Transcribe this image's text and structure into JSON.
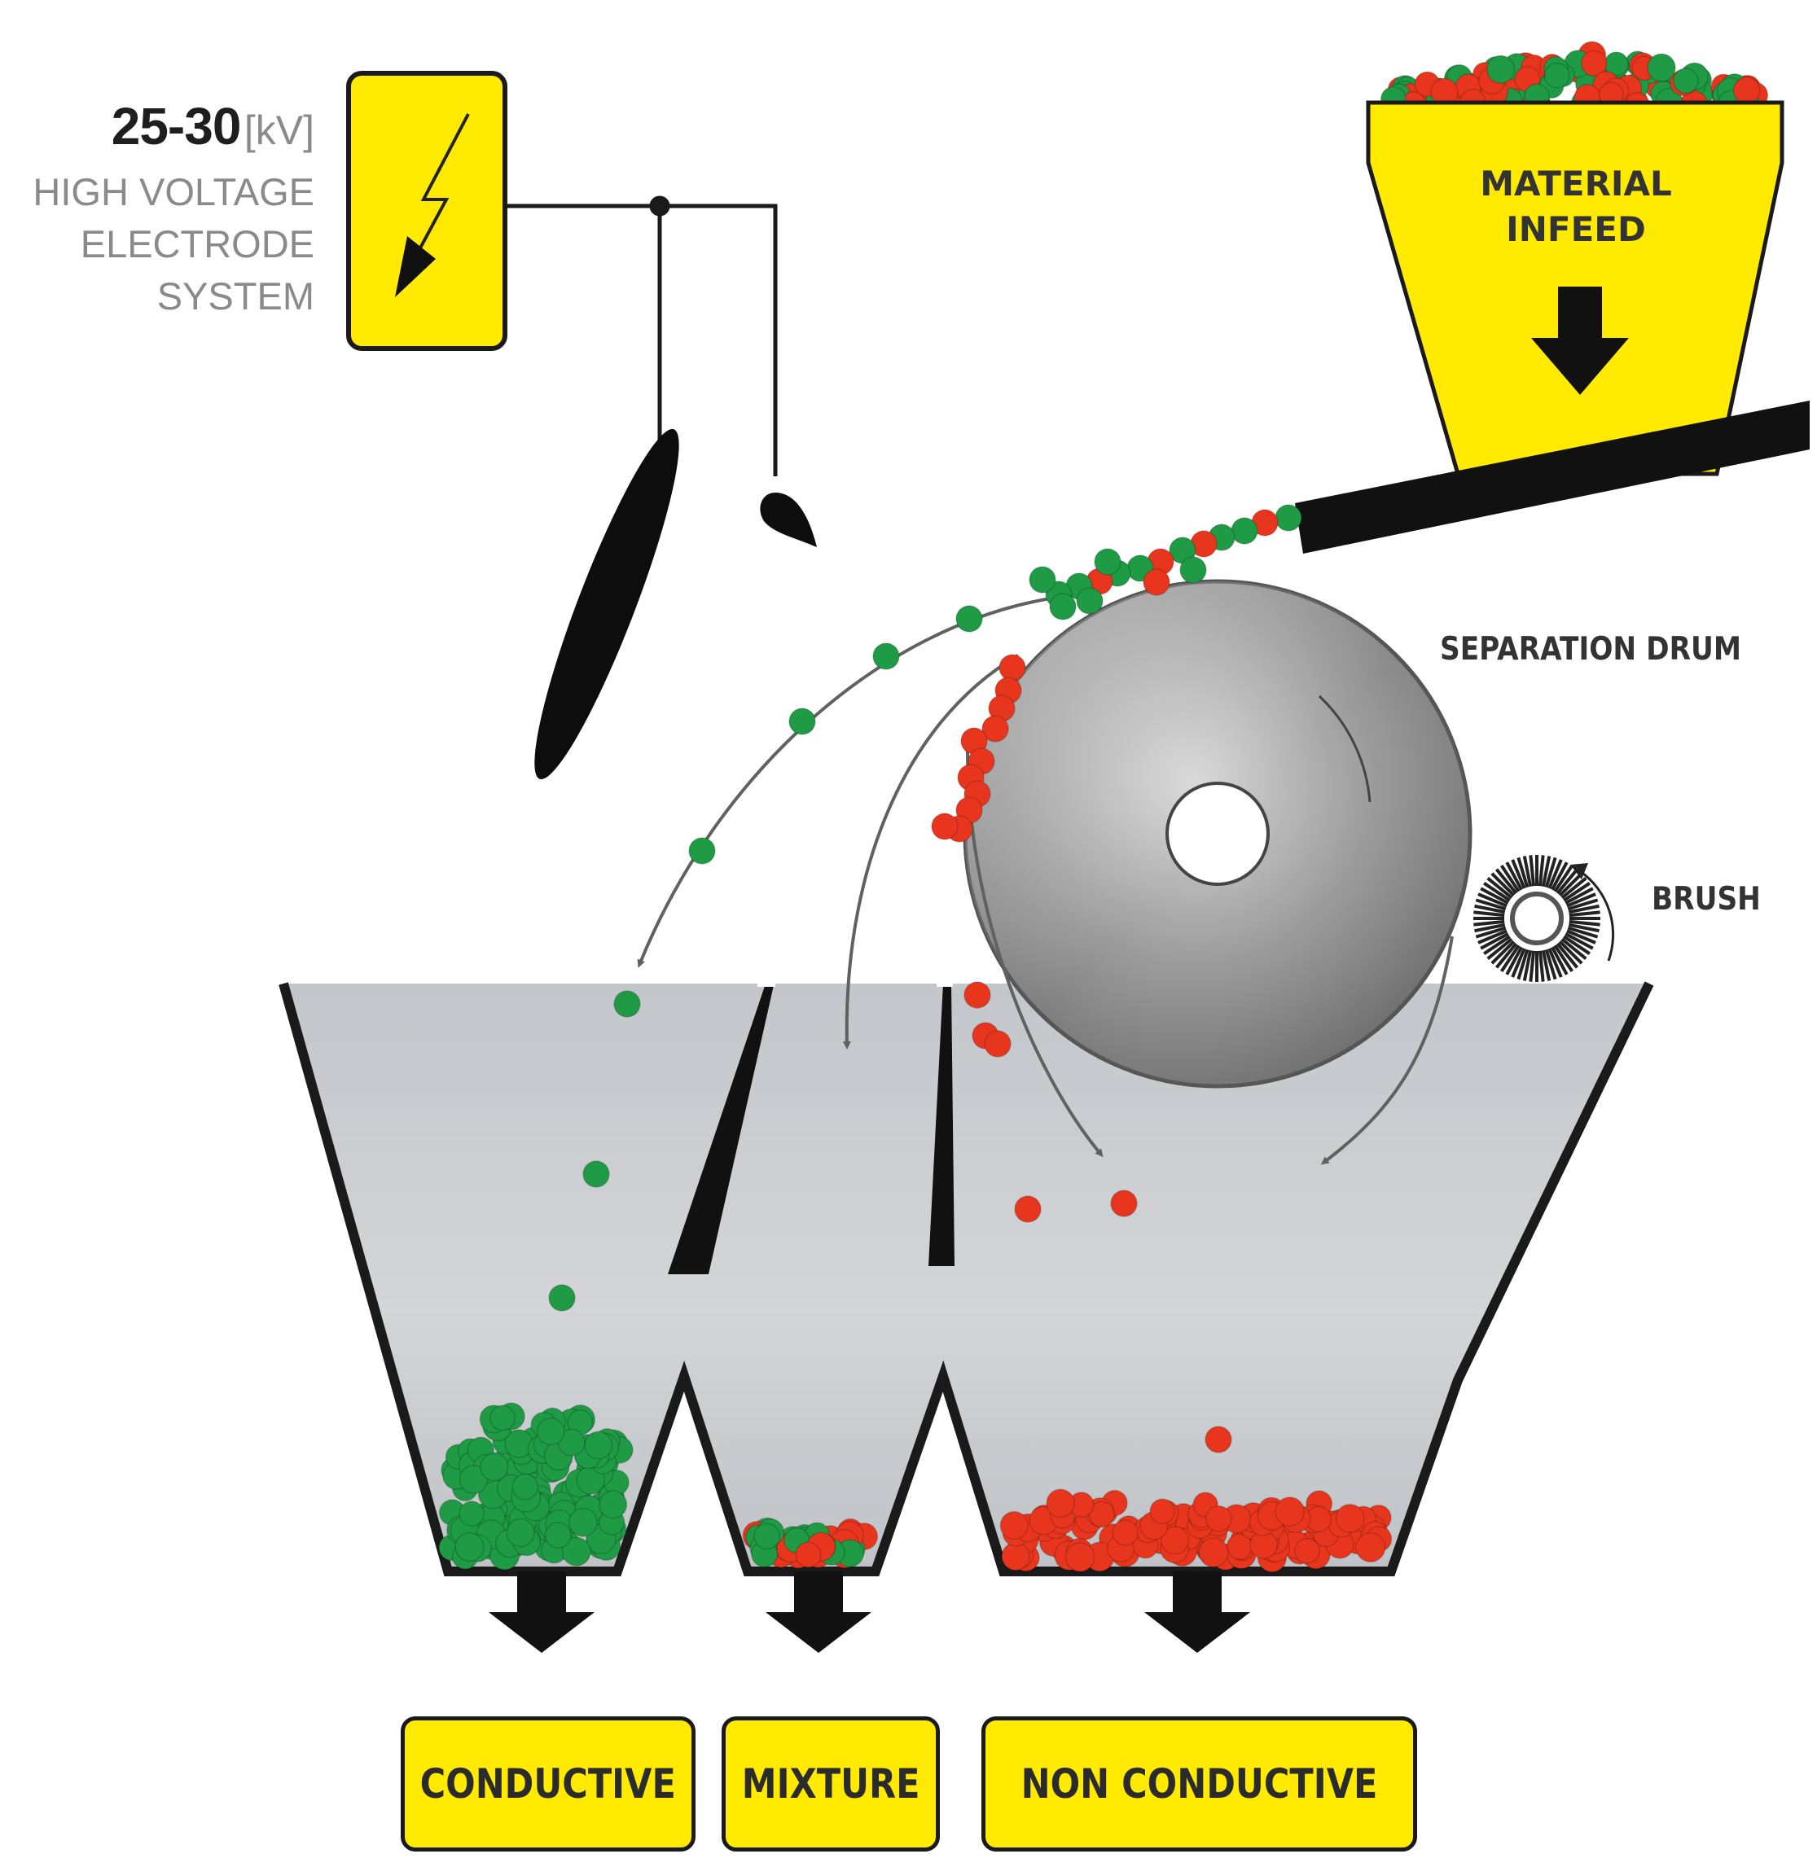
{
  "voltage": {
    "value": "25-30",
    "unit": "[kV]",
    "lines": [
      "HIGH VOLTAGE",
      "ELECTRODE",
      "SYSTEM"
    ]
  },
  "infeed": {
    "lines": [
      "MATERIAL",
      "INFEED"
    ]
  },
  "labels": {
    "drum": "SEPARATION DRUM",
    "brush": "BRUSH"
  },
  "outputs": {
    "conductive": "CONDUCTIVE",
    "mixture": "MIXTURE",
    "non_conductive": "NON CONDUCTIVE"
  },
  "colors": {
    "yellow": "#ffea00",
    "conductive_green": "#1f9a45",
    "non_conductive_red": "#e8361e",
    "bin_gray": "#c9cbcf",
    "outline": "#1a1a1a"
  }
}
